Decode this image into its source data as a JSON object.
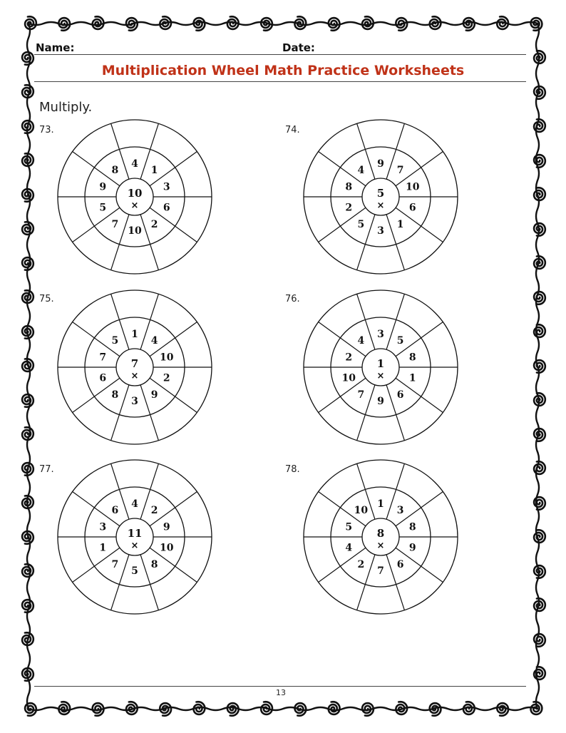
{
  "header": {
    "name_label": "Name:",
    "date_label": "Date:"
  },
  "title": "Multiplication Wheel Math Practice Worksheets",
  "instruction": "Multiply.",
  "problems": [
    {
      "number": "73.",
      "center": "10",
      "operator": "×",
      "inner": [
        "4",
        "1",
        "3",
        "6",
        "2",
        "10",
        "7",
        "5",
        "9",
        "8"
      ]
    },
    {
      "number": "74.",
      "center": "5",
      "operator": "×",
      "inner": [
        "9",
        "7",
        "10",
        "6",
        "1",
        "3",
        "5",
        "2",
        "8",
        "4"
      ]
    },
    {
      "number": "75.",
      "center": "7",
      "operator": "×",
      "inner": [
        "1",
        "4",
        "10",
        "2",
        "9",
        "3",
        "8",
        "6",
        "7",
        "5"
      ]
    },
    {
      "number": "76.",
      "center": "1",
      "operator": "×",
      "inner": [
        "3",
        "5",
        "8",
        "1",
        "6",
        "9",
        "7",
        "10",
        "2",
        "4"
      ]
    },
    {
      "number": "77.",
      "center": "11",
      "operator": "×",
      "inner": [
        "4",
        "2",
        "9",
        "10",
        "8",
        "5",
        "7",
        "1",
        "3",
        "6"
      ]
    },
    {
      "number": "78.",
      "center": "8",
      "operator": "×",
      "inner": [
        "1",
        "3",
        "8",
        "9",
        "6",
        "7",
        "2",
        "4",
        "5",
        "10"
      ]
    }
  ],
  "footer": {
    "page_number": "13"
  },
  "decoration": {
    "border_style": "black swirl/spiral border",
    "title_color": "#c03218"
  }
}
